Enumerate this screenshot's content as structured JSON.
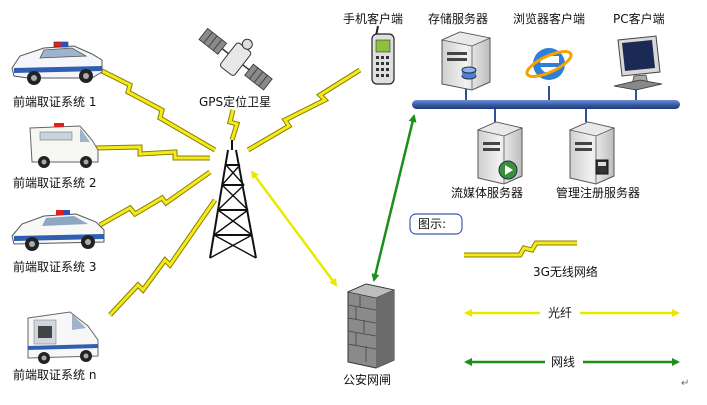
{
  "labels": {
    "front_1": "前端取证系统 1",
    "front_2": "前端取证系统 2",
    "front_3": "前端取证系统 3",
    "front_n": "前端取证系统 n",
    "gps": "GPS定位卫星",
    "mobile": "手机客户端",
    "storage": "存储服务器",
    "browser": "浏览器客户端",
    "pc": "PC客户端",
    "streaming": "流媒体服务器",
    "register": "管理注册服务器",
    "gateway": "公安网闸"
  },
  "legend": {
    "title": "图示:",
    "wireless": "3G无线网络",
    "fiber": "光纤",
    "network": "网线"
  },
  "colors": {
    "wireless": "#f4ea1a",
    "fiber": "#f7f700",
    "network": "#1a8f1a",
    "bus": "#2e4f9c"
  },
  "corner_mark": "↵"
}
